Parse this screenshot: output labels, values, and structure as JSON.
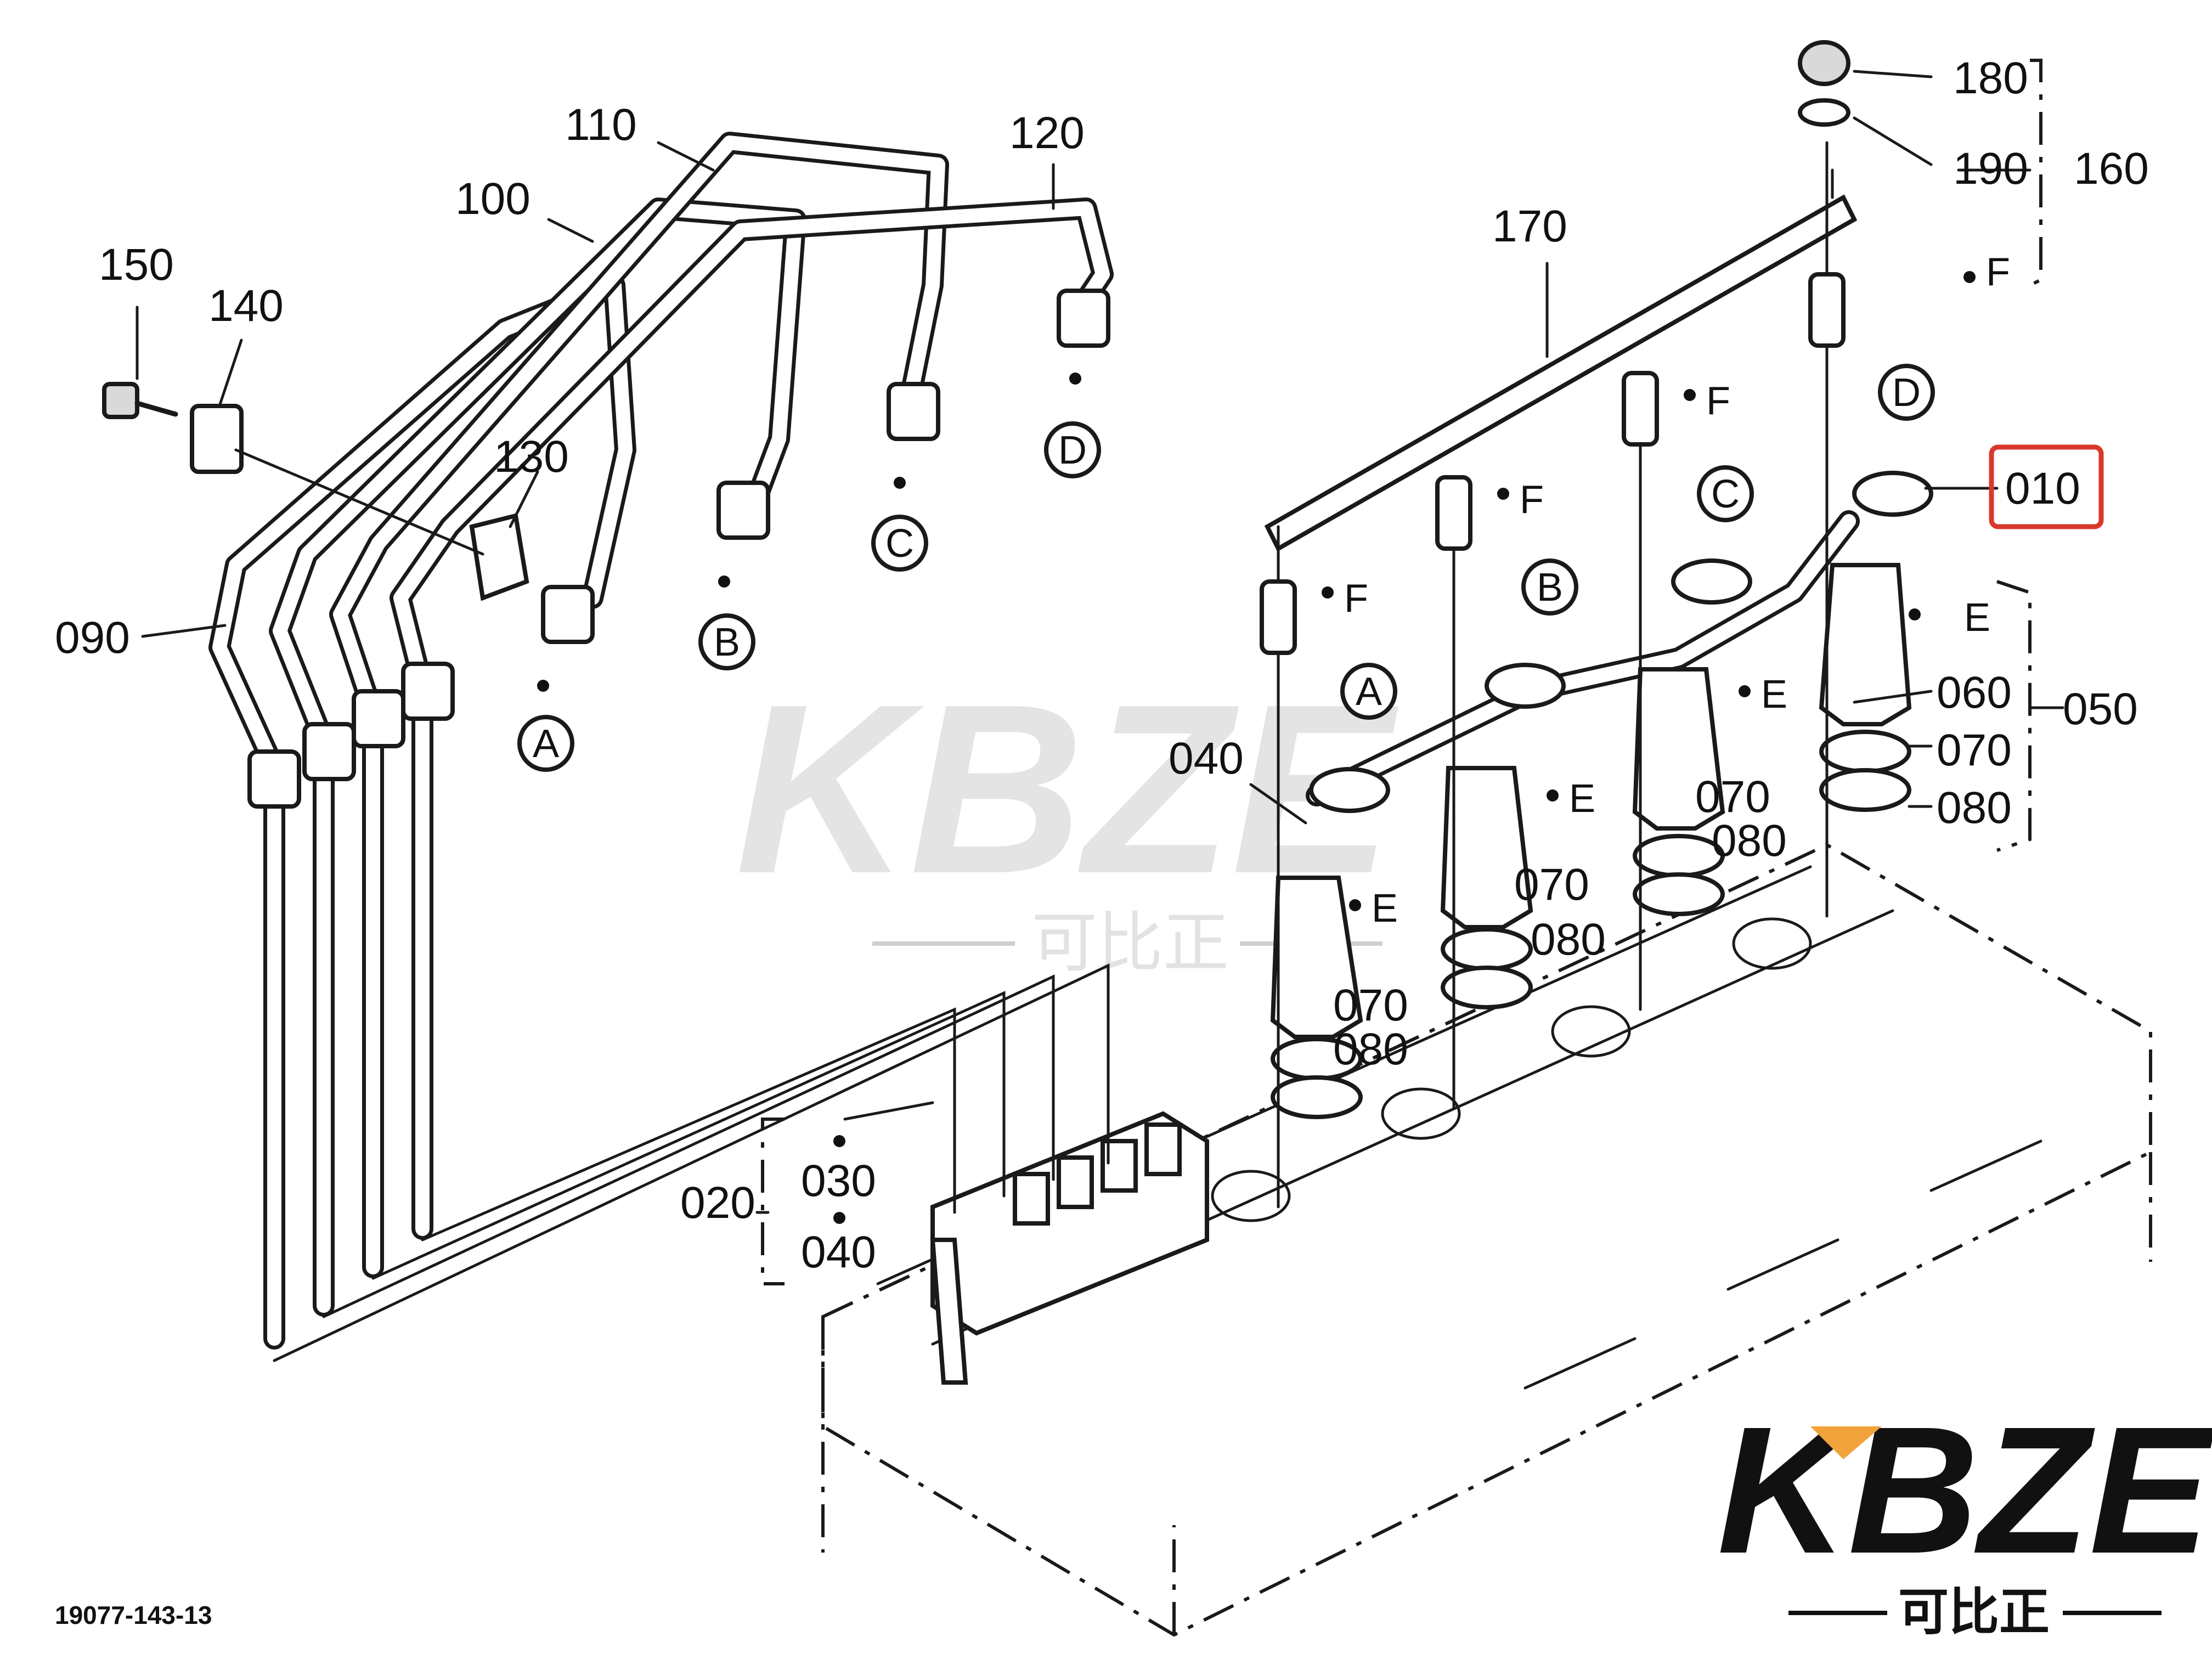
{
  "diagram": {
    "labels": {
      "p010": "010",
      "p020": "020",
      "p030": "030",
      "p040a": "040",
      "p040b": "040",
      "p050": "050",
      "p060": "060",
      "p070a": "070",
      "p070b": "070",
      "p070c": "070",
      "p070d": "070",
      "p080a": "080",
      "p080b": "080",
      "p080c": "080",
      "p080d": "080",
      "p090": "090",
      "p100": "100",
      "p110": "110",
      "p120": "120",
      "p130": "130",
      "p140": "140",
      "p150": "150",
      "p160": "160",
      "p170": "170",
      "p180": "180",
      "p190": "190"
    },
    "letters": {
      "A": "A",
      "B": "B",
      "C": "C",
      "D": "D",
      "E": "E",
      "F": "F"
    },
    "highlighted_part": "010",
    "highlight_color": "#d9382c",
    "drawing_code": "19077-143-13"
  },
  "watermark": {
    "brand": "KBZE",
    "sub": "可比正"
  },
  "logo": {
    "brand": "KBZE",
    "sub": "可比正",
    "accent_color": "#f2a23a"
  }
}
